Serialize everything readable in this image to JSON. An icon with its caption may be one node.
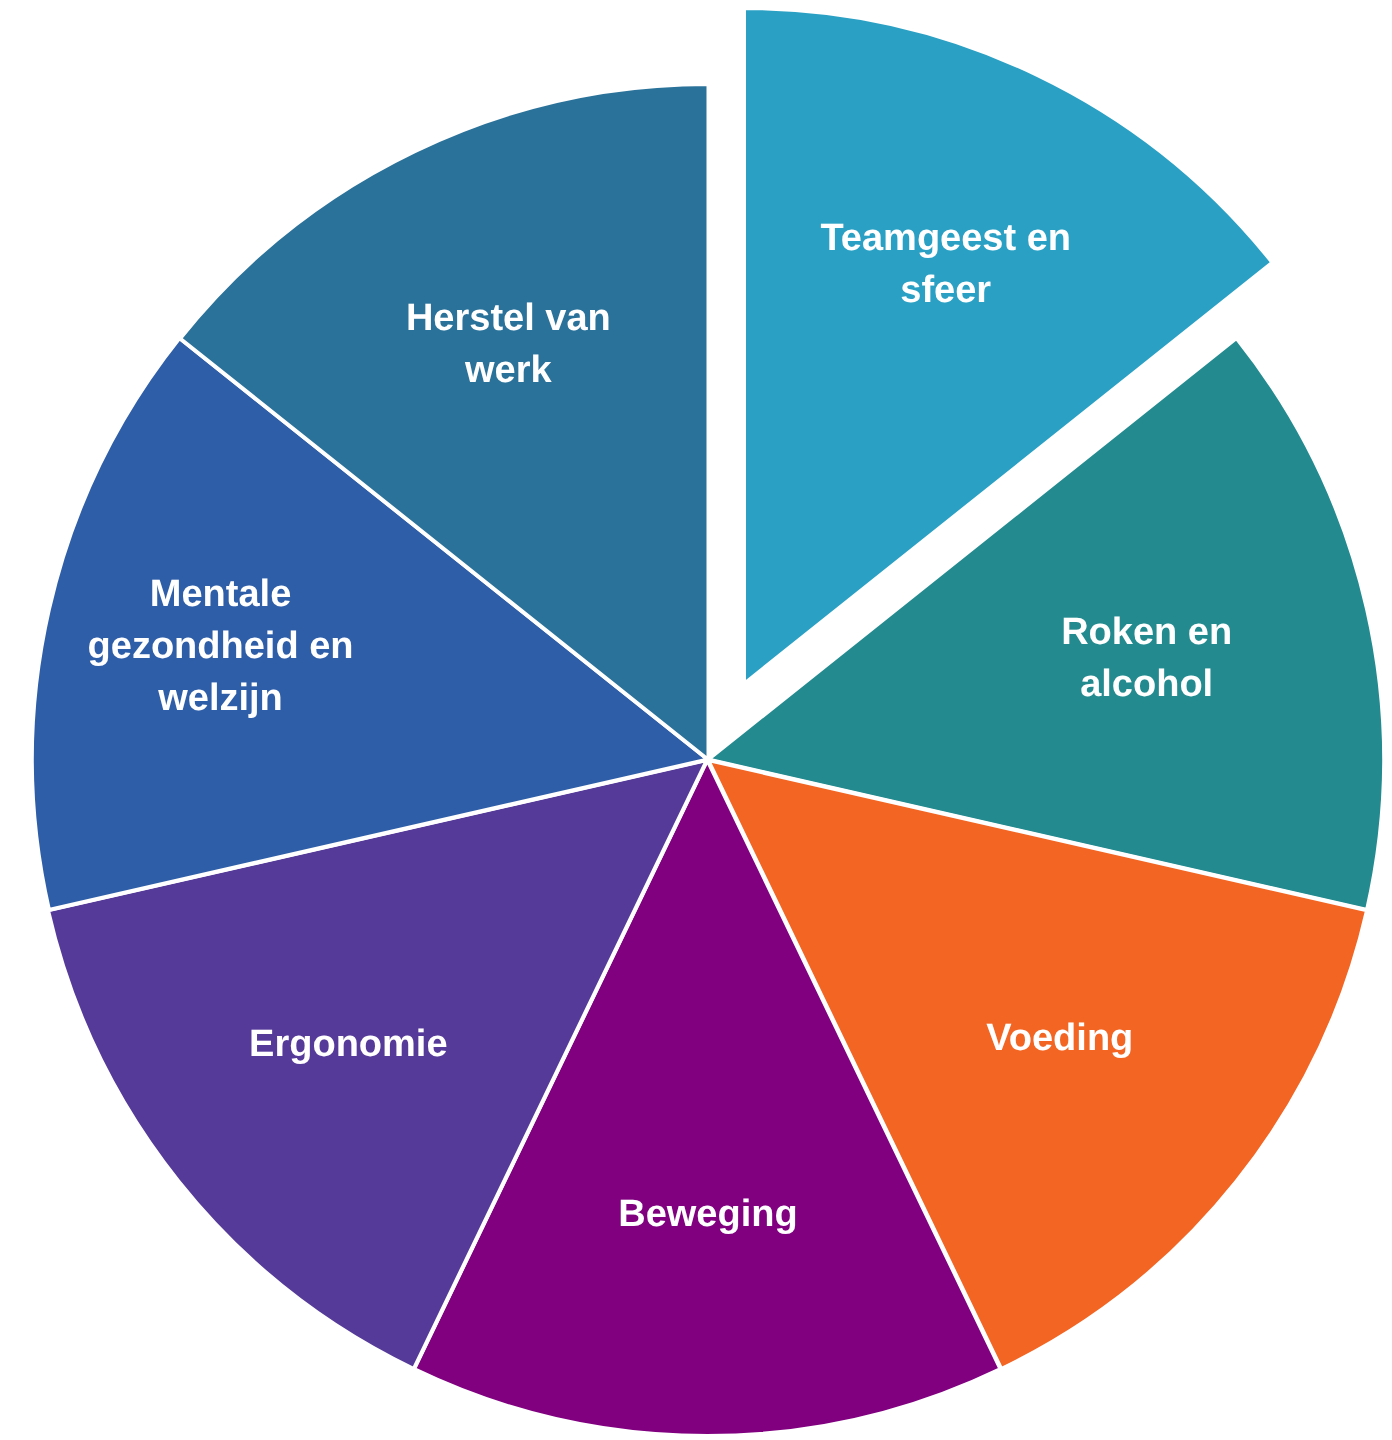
{
  "diagram": {
    "nodes": [
      {
        "text": [
          "Teamgeest en sfeer"
        ]
      },
      {
        "text": [
          "Roken en alcohol"
        ]
      },
      {
        "text": [
          "Voeding"
        ]
      },
      {
        "text": [
          "Beweging"
        ]
      },
      {
        "text": [
          "Ergonomie"
        ]
      },
      {
        "text": [
          "Mentale gezondheid en welzijn"
        ]
      },
      {
        "text": [
          "Herstel van werk"
        ]
      }
    ]
  }
}
